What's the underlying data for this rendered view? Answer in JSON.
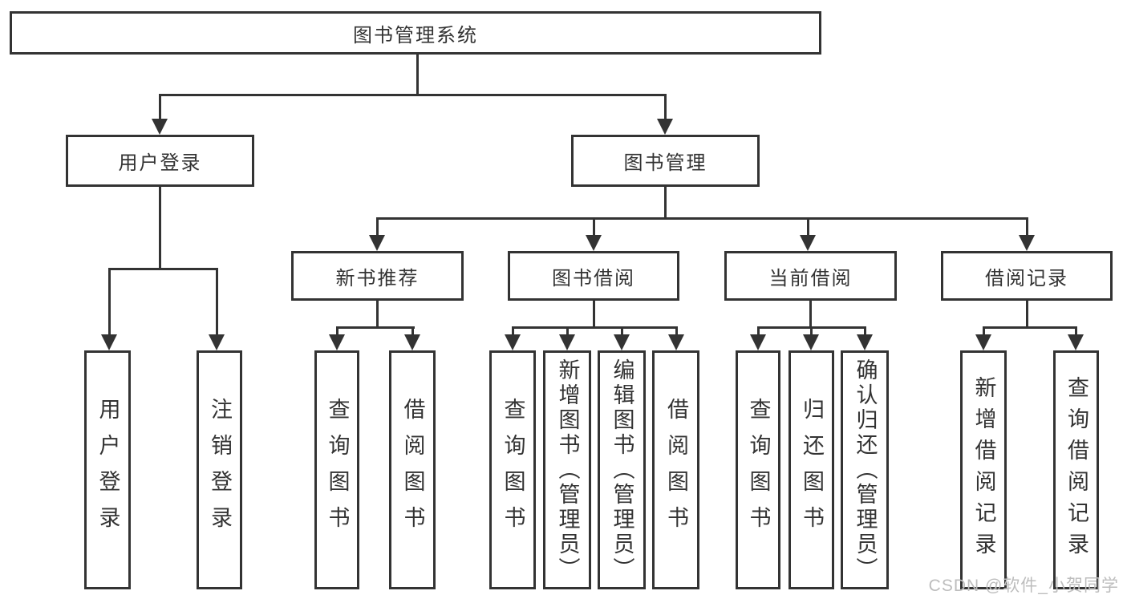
{
  "diagram": {
    "root": {
      "label": "图书管理系统"
    },
    "level1": [
      {
        "label": "用户登录"
      },
      {
        "label": "图书管理"
      }
    ],
    "level2": [
      {
        "label": "新书推荐"
      },
      {
        "label": "图书借阅"
      },
      {
        "label": "当前借阅"
      },
      {
        "label": "借阅记录"
      }
    ],
    "leaves": [
      {
        "label": "用户登录",
        "parent": "用户登录"
      },
      {
        "label": "注销登录",
        "parent": "用户登录"
      },
      {
        "label": "查询图书",
        "parent": "新书推荐"
      },
      {
        "label": "借阅图书",
        "parent": "新书推荐"
      },
      {
        "label": "查询图书",
        "parent": "图书借阅"
      },
      {
        "label": "新增图书（管理员）",
        "parent": "图书借阅"
      },
      {
        "label": "编辑图书（管理员）",
        "parent": "图书借阅"
      },
      {
        "label": "借阅图书",
        "parent": "图书借阅"
      },
      {
        "label": "查询图书",
        "parent": "当前借阅"
      },
      {
        "label": "归还图书",
        "parent": "当前借阅"
      },
      {
        "label": "确认归还（管理员）",
        "parent": "当前借阅"
      },
      {
        "label": "新增借阅记录",
        "parent": "借阅记录"
      },
      {
        "label": "查询借阅记录",
        "parent": "借阅记录"
      }
    ],
    "watermark": "CSDN @软件_小贺同学",
    "colors": {
      "line": "#333333",
      "text": "#333333",
      "background": "#ffffff",
      "watermark": "#bdbdbd"
    }
  }
}
